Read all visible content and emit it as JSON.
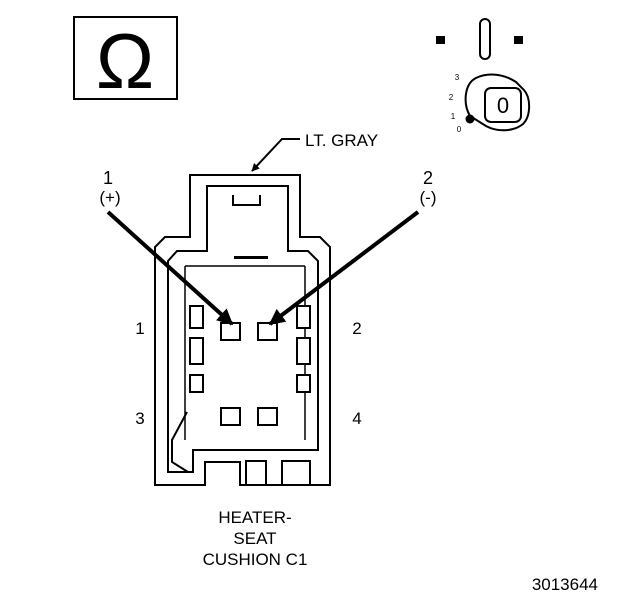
{
  "meter_symbol": "Ω",
  "ignition": {
    "positions": [
      "3",
      "2",
      "1",
      "0"
    ],
    "key_label": "0"
  },
  "wire_color_label": "LT. GRAY",
  "pins": {
    "pin1_number": "1",
    "pin1_polarity": "(+)",
    "pin2_number": "2",
    "pin2_polarity": "(-)"
  },
  "cavity_numbers": [
    "1",
    "2",
    "3",
    "4"
  ],
  "connector_name": [
    "HEATER-",
    "SEAT",
    "CUSHION C1"
  ],
  "figure_number": "3013644"
}
